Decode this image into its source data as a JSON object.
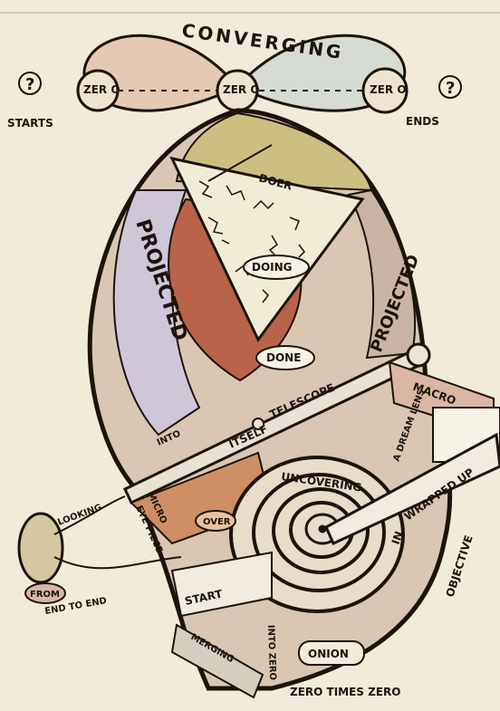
{
  "labels": {
    "converging": "CONVERGING",
    "zero_left": "ZER O",
    "zero_center": "ZER O",
    "zero_right": "ZER O",
    "question_left": "?",
    "question_right": "?",
    "starts": "STARTS",
    "ends": "ENDS",
    "doer": "DOER",
    "doing": "DOING",
    "done": "DONE",
    "projected_left": "PROJECTED",
    "projected_right": "PROJECTED",
    "telescope": "TELESCOPE",
    "macro": "MACRO",
    "into": "INTO",
    "itself": "ITSELF",
    "dream_lens": "A DREAM LENS",
    "uncovering": "UNCOVERING",
    "wrapped_up": "WRAPPED UP",
    "in": "IN",
    "looking": "LOOKING",
    "micro": "MICRO",
    "eyepiece": "EYE PIECE",
    "over": "OVER",
    "objective": "OBJECTIVE",
    "from": "FROM",
    "end_to_end": "END TO END",
    "start": "START",
    "merging": "MERGING",
    "into_zero": "INTO ZERO",
    "onion": "ONION",
    "zero_times_zero": "ZERO TIMES ZERO"
  },
  "colors": {
    "paper": "#f3ebd9",
    "ink": "#1c140c",
    "red_brown": "#a9543a",
    "rose": "#d9b3a1",
    "olive": "#c5bd7a",
    "pale_blue": "#c9cfd6",
    "lavender": "#c8bfd2"
  }
}
